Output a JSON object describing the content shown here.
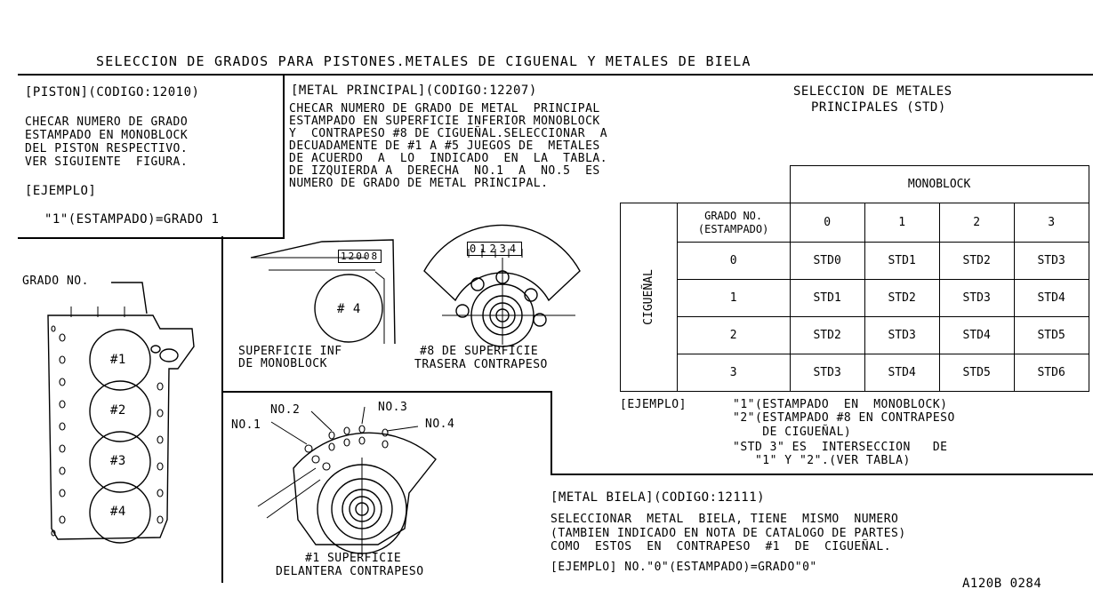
{
  "title": "SELECCION DE GRADOS PARA PISTONES.METALES DE CIGUENAL Y METALES DE BIELA",
  "piston": {
    "heading": "[PISTON](CODIGO:12010)",
    "body": [
      "CHECAR NUMERO DE GRADO",
      "ESTAMPADO EN MONOBLOCK",
      "DEL PISTON RESPECTIVO.",
      "VER SIGUIENTE  FIGURA."
    ],
    "example_heading": "[EJEMPLO]",
    "example_value": "\"1\"(ESTAMPADO)=GRADO 1"
  },
  "metal_principal": {
    "heading": "[METAL PRINCIPAL](CODIGO:12207)",
    "body": [
      "CHECAR NUMERO DE GRADO DE METAL  PRINCIPAL",
      "ESTAMPADO EN SUPERFICIE INFERIOR MONOBLOCK",
      "Y  CONTRAPESO #8 DE CIGUEÑAL.SELECCIONAR  A",
      "DECUADAMENTE DE #1 A #5 JUEGOS DE  METALES",
      "DE ACUERDO  A  LO  INDICADO  EN  LA  TABLA.",
      "DE IZQUIERDA A  DERECHA  NO.1  A  NO.5  ES",
      "NUMERO DE GRADO DE METAL PRINCIPAL."
    ]
  },
  "selection_table": {
    "title": [
      "SELECCION DE METALES",
      "PRINCIPALES (STD)"
    ],
    "column_group": "MONOBLOCK",
    "row_group": "CIGUEÑAL",
    "corner_label": [
      "GRADO NO.",
      "(ESTAMPADO)"
    ],
    "columns": [
      "0",
      "1",
      "2",
      "3"
    ],
    "rows": [
      {
        "label": "0",
        "cells": [
          "STD0",
          "STD1",
          "STD2",
          "STD3"
        ]
      },
      {
        "label": "1",
        "cells": [
          "STD1",
          "STD2",
          "STD3",
          "STD4"
        ]
      },
      {
        "label": "2",
        "cells": [
          "STD2",
          "STD3",
          "STD4",
          "STD5"
        ]
      },
      {
        "label": "3",
        "cells": [
          "STD3",
          "STD4",
          "STD5",
          "STD6"
        ]
      }
    ]
  },
  "table_example": {
    "label": "[EJEMPLO]",
    "lines": [
      "\"1\"(ESTAMPADO  EN  MONOBLOCK)",
      "\"2\"(ESTAMPADO #8 EN CONTRAPESO",
      "    DE CIGUEÑAL)",
      "\"STD 3\" ES  INTERSECCION   DE",
      "   \"1\" Y \"2\".(VER TABLA)"
    ]
  },
  "figures": {
    "grado_label": "GRADO NO.",
    "cylinders": [
      "#1",
      "#2",
      "#3",
      "#4"
    ],
    "block_stamp": "12008",
    "bore_label": "# 4",
    "block_caption": [
      "SUPERFICIE INF",
      "DE MONOBLOCK"
    ],
    "counterweight_stamp": "01234",
    "counterweight_caption": [
      "#8 DE SUPERFICIE",
      "TRASERA CONTRAPESO"
    ],
    "front_labels": [
      "NO.1",
      "NO.2",
      "NO.3",
      "NO.4"
    ],
    "front_caption": [
      "#1 SUPERFICIE",
      "DELANTERA CONTRAPESO"
    ]
  },
  "metal_biela": {
    "heading": "[METAL BIELA](CODIGO:12111)",
    "body": [
      "SELECCIONAR  METAL  BIELA, TIENE  MISMO  NUMERO",
      "(TAMBIEN INDICADO EN NOTA DE CATALOGO DE PARTES)",
      "COMO  ESTOS  EN  CONTRAPESO  #1  DE  CIGUEÑAL."
    ],
    "example": "[EJEMPLO] NO.\"0\"(ESTAMPADO)=GRADO\"0\""
  },
  "figure_code": "A120B 0284"
}
